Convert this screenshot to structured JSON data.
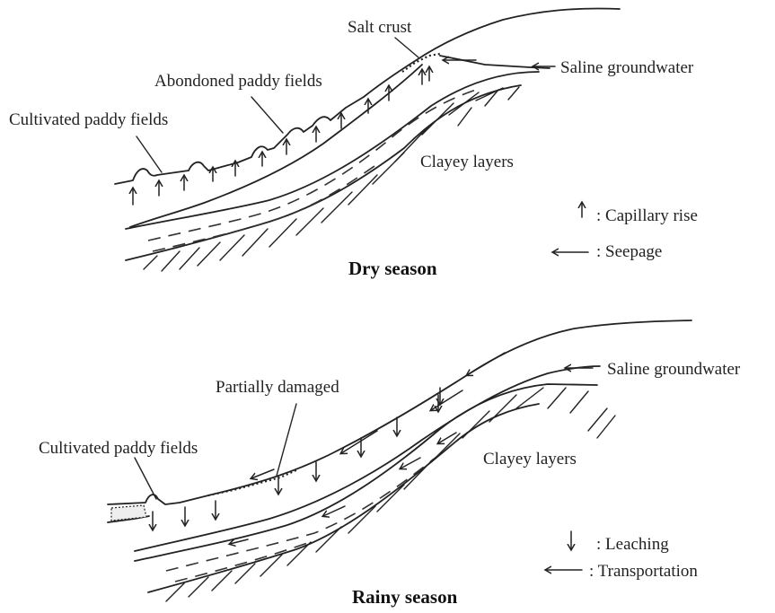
{
  "dry": {
    "label_salt_crust": "Salt crust",
    "label_abandoned": "Abondoned paddy fields",
    "label_cultivated": "Cultivated paddy fields",
    "label_saline_groundwater": "Saline groundwater",
    "label_clayey_layers": "Clayey layers",
    "legend_capillary": ": Capillary rise",
    "legend_seepage": ": Seepage",
    "title": "Dry season"
  },
  "rainy": {
    "label_partially_damaged": "Partially damaged",
    "label_cultivated": "Cultivated paddy fields",
    "label_saline_groundwater": "Saline groundwater",
    "label_clayey_layers": "Clayey layers",
    "legend_leaching": ": Leaching",
    "legend_transportation": ": Transportation",
    "title": "Rainy season"
  }
}
